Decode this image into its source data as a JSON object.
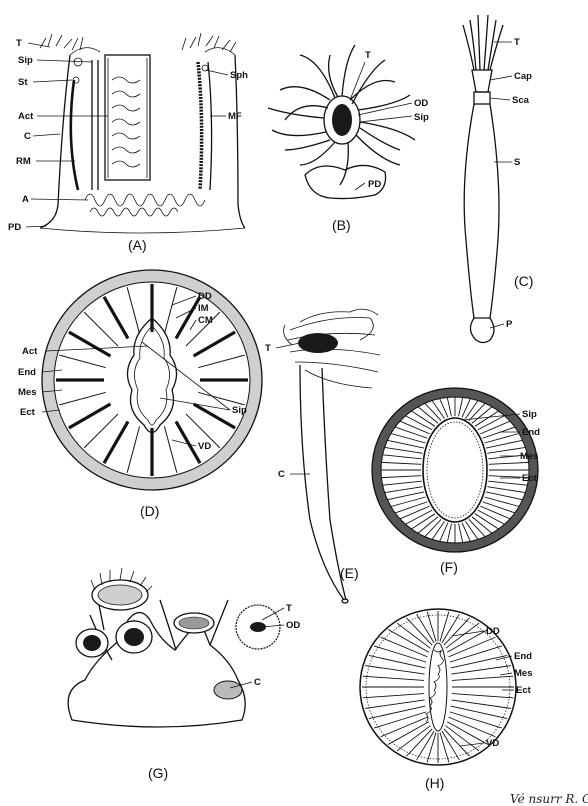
{
  "panels": {
    "A": {
      "caption": "(A)",
      "labels": {
        "T": "T",
        "Sip": "Sip",
        "St": "St",
        "Act": "Act",
        "C": "C",
        "RM": "RM",
        "A": "A",
        "PD": "PD",
        "Sph": "Sph",
        "MF": "MF"
      }
    },
    "B": {
      "caption": "(B)",
      "labels": {
        "T": "T",
        "OD": "OD",
        "Sip": "Sip",
        "PD": "PD"
      }
    },
    "C": {
      "caption": "(C)",
      "labels": {
        "T": "T",
        "Cap": "Cap",
        "Sca": "Sca",
        "S": "S",
        "P": "P"
      }
    },
    "D": {
      "caption": "(D)",
      "labels": {
        "DD": "DD",
        "IM": "IM",
        "CM": "CM",
        "Act": "Act",
        "End": "End",
        "Mes": "Mes",
        "Ect": "Ect",
        "Sip": "Sip",
        "VD": "VD"
      }
    },
    "E": {
      "caption": "(E)",
      "labels": {
        "T": "T",
        "C": "C"
      }
    },
    "F": {
      "caption": "(F)",
      "labels": {
        "Sip": "Sip",
        "End": "End",
        "Mes": "Mes",
        "Ect": "Ect"
      }
    },
    "G": {
      "caption": "(G)",
      "labels": {
        "T": "T",
        "OD": "OD",
        "C": "C"
      }
    },
    "H": {
      "caption": "(H)",
      "labels": {
        "DD": "DD",
        "End": "End",
        "Mes": "Mes",
        "Ect": "Ect",
        "VD": "VD"
      }
    }
  },
  "signature": "Vé nsurr R. G"
}
